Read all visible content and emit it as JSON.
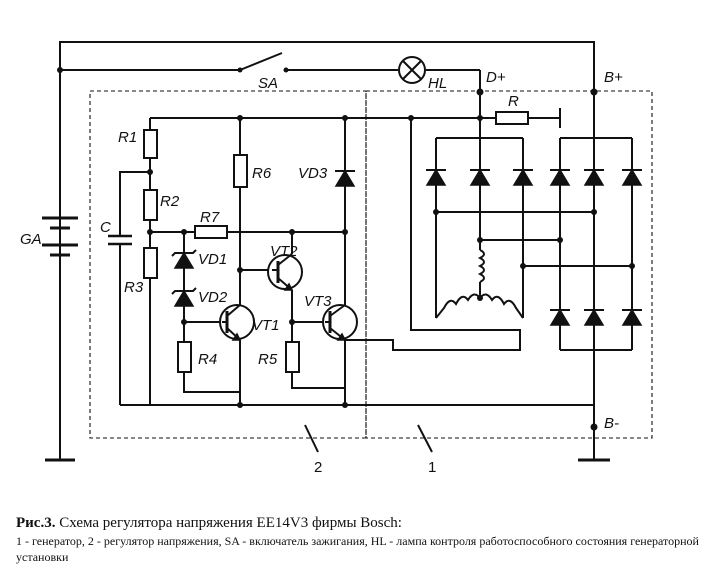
{
  "diagram": {
    "labels": {
      "SA": "SA",
      "HL": "HL",
      "Dplus": "D+",
      "Bplus": "B+",
      "Bminus": "B-",
      "GA": "GA",
      "C": "C",
      "R": "R",
      "R1": "R1",
      "R2": "R2",
      "R3": "R3",
      "R4": "R4",
      "R5": "R5",
      "R6": "R6",
      "R7": "R7",
      "VD1": "VD1",
      "VD2": "VD2",
      "VD3": "VD3",
      "VT1": "VT1",
      "VT2": "VT2",
      "VT3": "VT3",
      "block2": "2",
      "block1": "1"
    }
  },
  "caption": {
    "prefix": "Рис.3.",
    "title": "Схема регулятора напряжения EE14V3 фирмы Bosch:",
    "legend": "1 - генератор, 2 - регулятор напряжения, SA - включатель зажигания, HL - лампа контроля работоспособного состояния генераторной установки"
  }
}
